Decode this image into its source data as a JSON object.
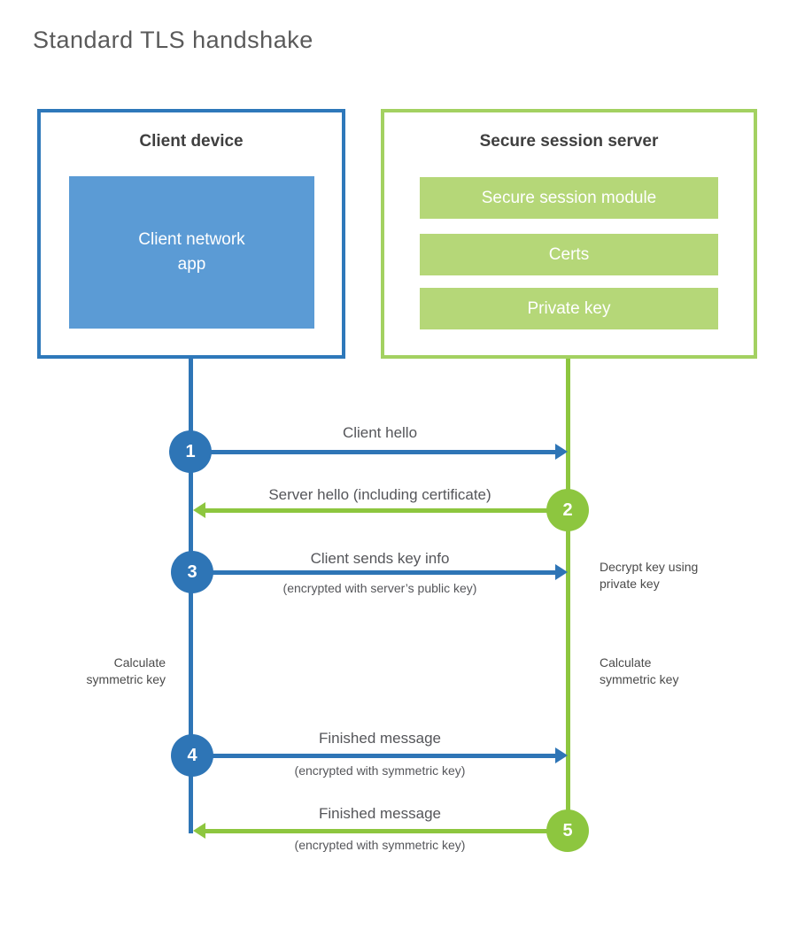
{
  "title": "Standard TLS handshake",
  "colors": {
    "blue": "#2e75b6",
    "blue_light": "#5b9bd5",
    "green": "#8dc63f",
    "green_light": "#b5d778",
    "green_border": "#a3d161",
    "text_dark": "#3f3f3f",
    "text_gray": "#55565a"
  },
  "client_box": {
    "title": "Client device",
    "module": "Client network app"
  },
  "server_box": {
    "title": "Secure session server",
    "modules": [
      "Secure session module",
      "Certs",
      "Private key"
    ]
  },
  "steps": [
    {
      "num": "1",
      "from": "client",
      "label": "Client hello",
      "sublabel": ""
    },
    {
      "num": "2",
      "from": "server",
      "label": "Server hello (including certificate)",
      "sublabel": ""
    },
    {
      "num": "3",
      "from": "client",
      "label": "Client sends key info",
      "sublabel": "(encrypted with server’s public key)"
    },
    {
      "num": "4",
      "from": "client",
      "label": "Finished message",
      "sublabel": "(encrypted with symmetric key)"
    },
    {
      "num": "5",
      "from": "server",
      "label": "Finished message",
      "sublabel": "(encrypted with symmetric key)"
    }
  ],
  "annotations": {
    "decrypt_key": "Decrypt key using\nprivate key",
    "calculate_left": "Calculate\nsymmetric key",
    "calculate_right": "Calculate\nsymmetric key"
  }
}
